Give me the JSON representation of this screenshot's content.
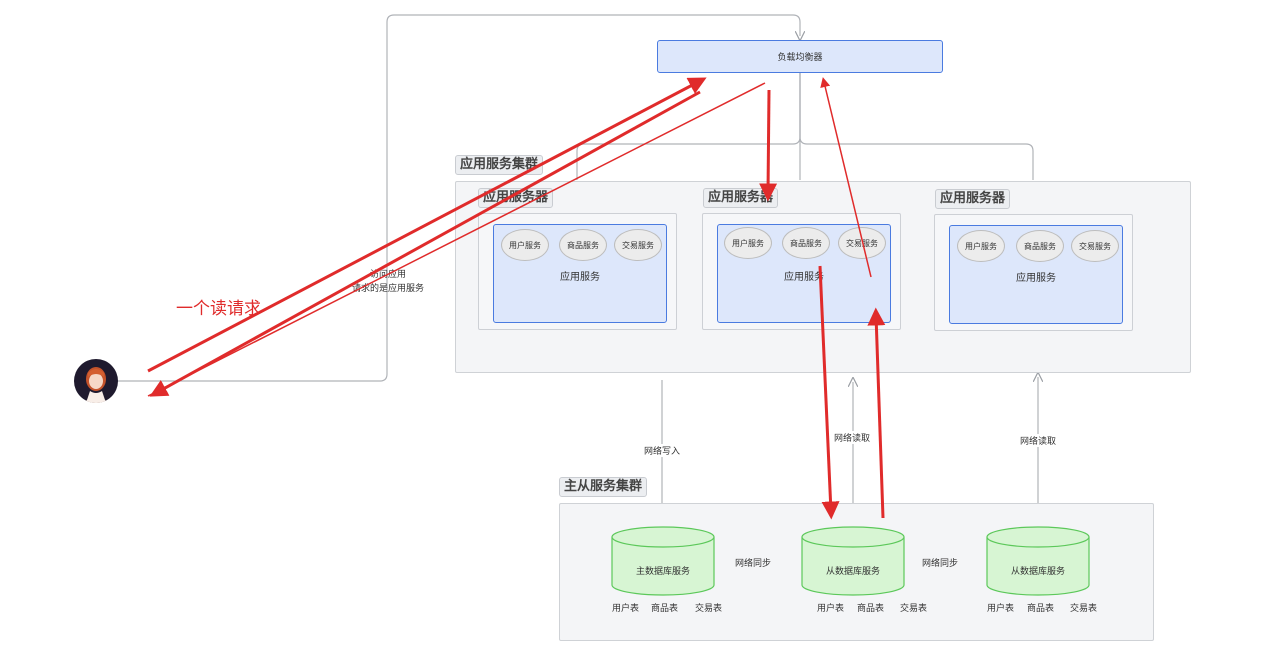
{
  "load_balancer": {
    "label": "负载均衡器"
  },
  "app_cluster": {
    "title": "应用服务集群",
    "servers": [
      {
        "title": "应用服务器",
        "services": [
          "用户服务",
          "商品服务",
          "交易服务"
        ],
        "app_label": "应用服务"
      },
      {
        "title": "应用服务器",
        "services": [
          "用户服务",
          "商品服务",
          "交易服务"
        ],
        "app_label": "应用服务"
      },
      {
        "title": "应用服务器",
        "services": [
          "用户服务",
          "商品服务",
          "交易服务"
        ],
        "app_label": "应用服务"
      }
    ]
  },
  "db_cluster": {
    "title": "主从服务集群",
    "databases": [
      {
        "label": "主数据库服务",
        "tables": [
          "用户表",
          "商品表",
          "交易表"
        ]
      },
      {
        "label": "从数据库服务",
        "tables": [
          "用户表",
          "商品表",
          "交易表"
        ]
      },
      {
        "label": "从数据库服务",
        "tables": [
          "用户表",
          "商品表",
          "交易表"
        ]
      }
    ],
    "sync_labels": [
      "网络同步",
      "网络同步"
    ]
  },
  "edge_labels": {
    "write": "网络写入",
    "read_1": "网络读取",
    "read_2": "网络读取"
  },
  "access_note": {
    "line1": "访问应用",
    "line2": "请求的是应用服务"
  },
  "annotation": {
    "text": "一个读请求",
    "color": "#e02b2b"
  },
  "colors": {
    "app_fill": "#dde7fb",
    "app_border": "#4a7be0",
    "db_fill": "#d7f5d3",
    "db_border": "#5cc85a",
    "arrow_red": "#e02b2b",
    "connector": "#b0b3b8"
  }
}
